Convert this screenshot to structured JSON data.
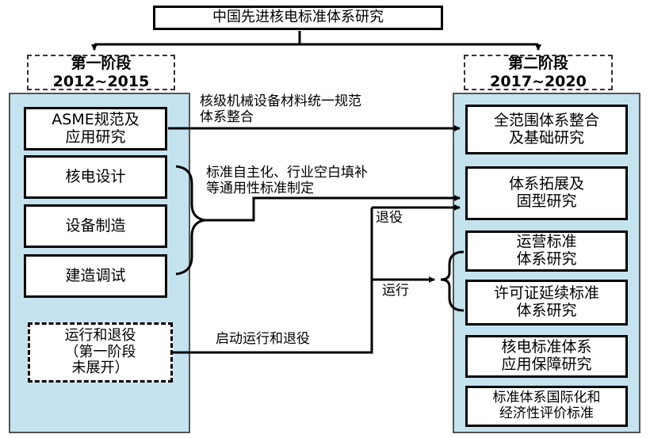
{
  "title": "中国先进核电标准体系研究",
  "phase1": {
    "name": "第一阶段",
    "years": "2012~2015"
  },
  "phase2": {
    "name": "第二阶段",
    "years": "2017~2020"
  },
  "left_items": [
    "ASME规范及\n应用研究",
    "核电设计",
    "设备制造",
    "建造调试",
    "运行和退役\n（第一阶段\n未展开）"
  ],
  "right_items": [
    "全范围体系整合\n及基础研究",
    "体系拓展及\n固型研究",
    "运营标准\n体系研究",
    "许可证延续标准\n体系研究",
    "核电标准体系\n应用保障研究",
    "标准体系国际化和\n经济性评价标准"
  ],
  "arrow_labels": {
    "asme_to_full": "核级机械设备材料统一规范\n体系整合",
    "design_group": "标准自主化、行业空白填补\n等通用性标准制定",
    "retire": "退役",
    "operate": "运行",
    "start_ops": "启动运行和退役"
  }
}
